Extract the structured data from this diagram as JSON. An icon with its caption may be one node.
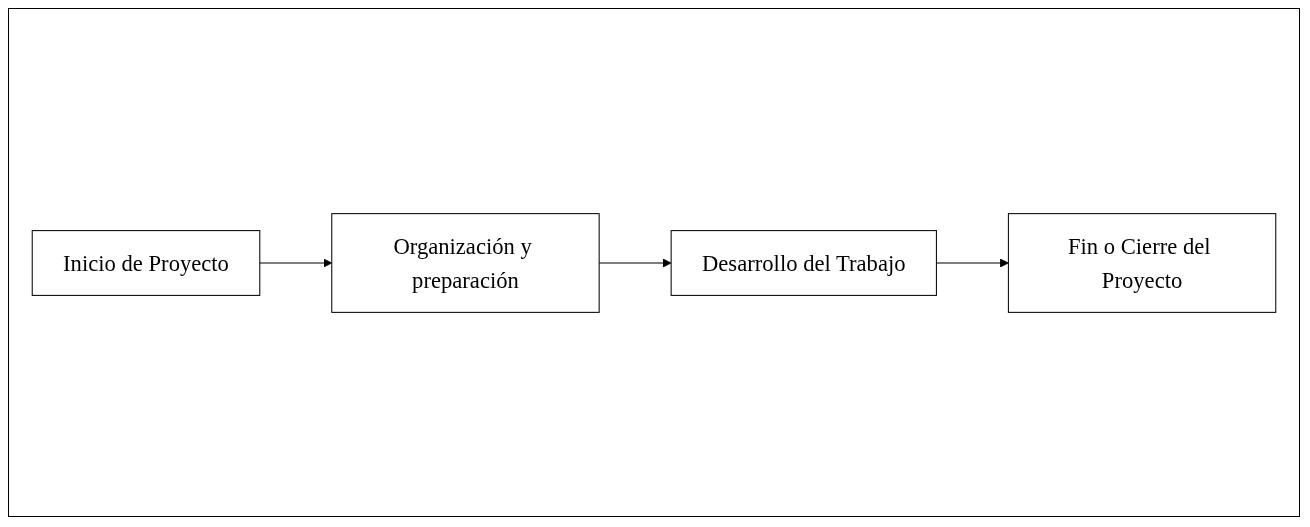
{
  "diagram": {
    "nodes": [
      {
        "text": [
          "Inicio de Proyecto"
        ]
      },
      {
        "text": [
          "Organización y preparación"
        ]
      },
      {
        "text": [
          "Desarrollo del Trabajo"
        ]
      },
      {
        "text": [
          "Fin o Cierre del Proyecto"
        ]
      }
    ],
    "edges": [
      {
        "from": 0,
        "to": 1,
        "arrow": "to"
      },
      {
        "from": 1,
        "to": 2,
        "arrow": "to"
      },
      {
        "from": 2,
        "to": 3,
        "arrow": "to"
      }
    ]
  }
}
